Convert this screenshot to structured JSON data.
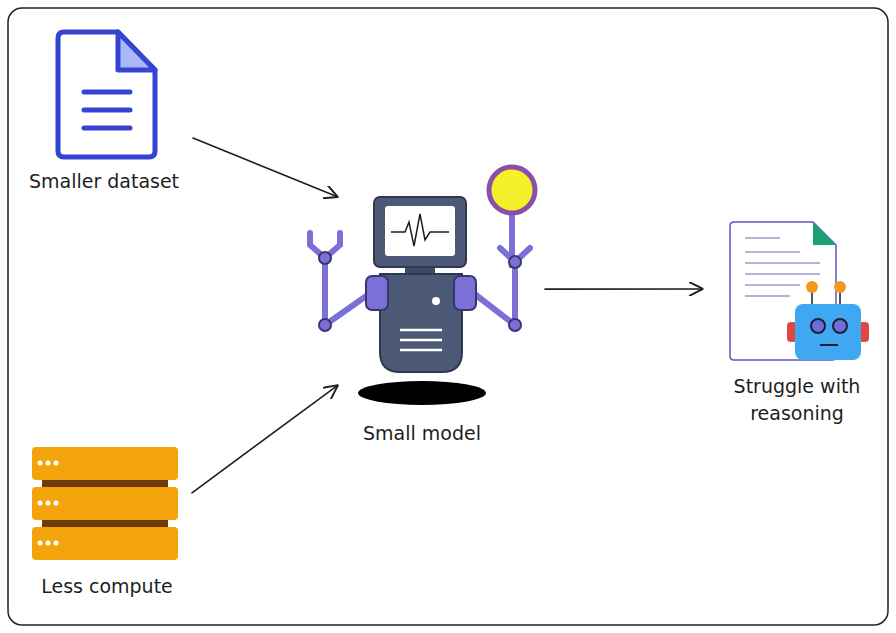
{
  "diagram": {
    "nodes": [
      {
        "text": [
          "Smaller dataset"
        ]
      },
      {
        "text": [
          "Less compute"
        ]
      },
      {
        "text": [
          "Small model"
        ]
      },
      {
        "text": [
          "Struggle with reasoning"
        ]
      }
    ],
    "edges": [
      {
        "from": 0,
        "to": 2,
        "arrow": "to"
      },
      {
        "from": 1,
        "to": 2,
        "arrow": "to"
      },
      {
        "from": 2,
        "to": 3,
        "arrow": "to"
      }
    ]
  }
}
